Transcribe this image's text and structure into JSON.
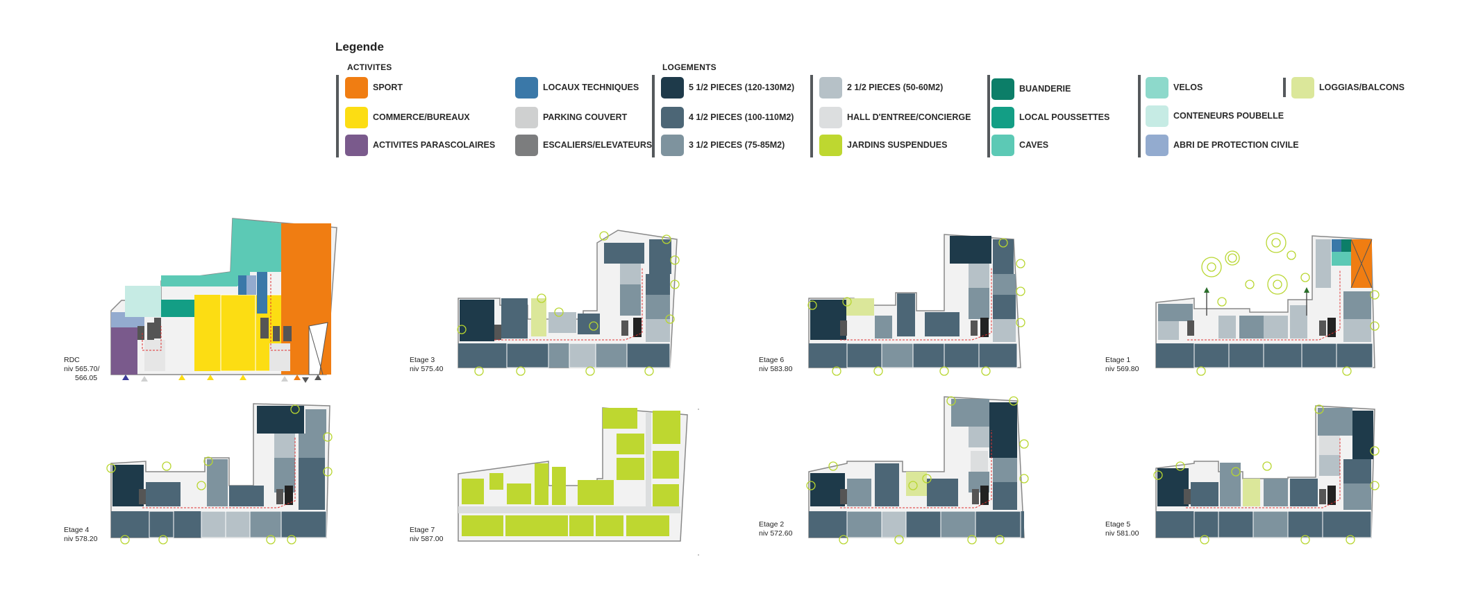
{
  "legend": {
    "title": "Legende",
    "group_activites": "ACTIVITES",
    "group_logements": "LOGEMENTS",
    "items": [
      {
        "label": "SPORT",
        "color": "#f07d12"
      },
      {
        "label": "COMMERCE/BUREAUX",
        "color": "#fcdd13"
      },
      {
        "label": "ACTIVITES PARASCOLAIRES",
        "color": "#7a5a8c"
      },
      {
        "label": "LOCAUX TECHNIQUES",
        "color": "#3a78a8"
      },
      {
        "label": "PARKING COUVERT",
        "color": "#cfd0d0"
      },
      {
        "label": "ESCALIERS/ELEVATEURS",
        "color": "#7c7d7e"
      },
      {
        "label": "5 1/2 PIECES (120-130M2)",
        "color": "#1e3a4a"
      },
      {
        "label": "4 1/2 PIECES (100-110M2)",
        "color": "#4c6676"
      },
      {
        "label": "3 1/2 PIECES (75-85M2)",
        "color": "#7e939e"
      },
      {
        "label": "2 1/2 PIECES (50-60M2)",
        "color": "#b6c1c7"
      },
      {
        "label": "HALL D'ENTREE/CONCIERGE",
        "color": "#dcdedf"
      },
      {
        "label": "JARDINS SUSPENDUES",
        "color": "#bed730"
      },
      {
        "label": "BUANDERIE",
        "color": "#0c7e68"
      },
      {
        "label": "LOCAL POUSSETTES",
        "color": "#139e85"
      },
      {
        "label": "CAVES",
        "color": "#5cc9b5"
      },
      {
        "label": "VELOS",
        "color": "#8dd9cb"
      },
      {
        "label": "CONTENEURS POUBELLE",
        "color": "#c6ebe4"
      },
      {
        "label": "ABRI DE PROTECTION CIVILE",
        "color": "#93abcf"
      },
      {
        "label": "LOGGIAS/BALCONS",
        "color": "#dbe79a"
      }
    ]
  },
  "plans": [
    {
      "name": "RDC",
      "level": "niv 565.70/",
      "level2": "566.05"
    },
    {
      "name": "Etage 3",
      "level": "niv 575.40"
    },
    {
      "name": "Etage 6",
      "level": "niv 583.80"
    },
    {
      "name": "Etage 1",
      "level": "niv 569.80"
    },
    {
      "name": "Etage 4",
      "level": "niv 578.20"
    },
    {
      "name": "Etage 7",
      "level": "niv 587.00"
    },
    {
      "name": "Etage 2",
      "level": "niv 572.60"
    },
    {
      "name": "Etage 5",
      "level": "niv 581.00"
    }
  ]
}
